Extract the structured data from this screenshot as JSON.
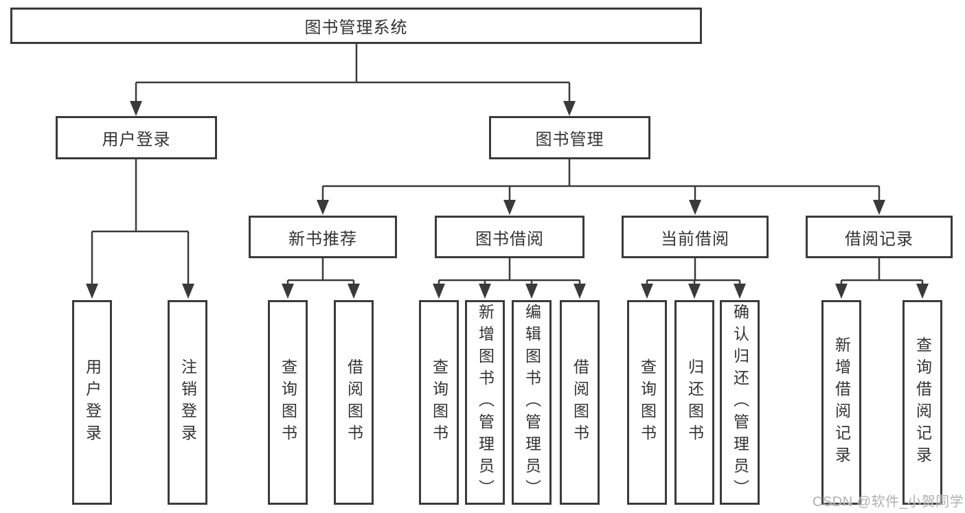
{
  "diagram_title": "图书管理系统",
  "colors": {
    "line": "#3a3a3a",
    "box_border": "#3a3a3a",
    "text": "#333333",
    "background": "#ffffff",
    "watermark": "#acacac"
  },
  "watermark": {
    "text": "CSDN @软件_小贺同学"
  },
  "tree": {
    "root": {
      "label": "图书管理系统",
      "children": [
        {
          "label": "用户登录",
          "children": [
            {
              "label": "用户登录"
            },
            {
              "label": "注销登录"
            }
          ]
        },
        {
          "label": "图书管理",
          "children": [
            {
              "label": "新书推荐",
              "children": [
                {
                  "label": "查询图书"
                },
                {
                  "label": "借阅图书"
                }
              ]
            },
            {
              "label": "图书借阅",
              "children": [
                {
                  "label": "查询图书"
                },
                {
                  "label": "新增图书（管理员）"
                },
                {
                  "label": "编辑图书（管理员）"
                },
                {
                  "label": "借阅图书"
                }
              ]
            },
            {
              "label": "当前借阅",
              "children": [
                {
                  "label": "查询图书"
                },
                {
                  "label": "归还图书"
                },
                {
                  "label": "确认归还（管理员）"
                }
              ]
            },
            {
              "label": "借阅记录",
              "children": [
                {
                  "label": "新增借阅记录"
                },
                {
                  "label": "查询借阅记录"
                }
              ]
            }
          ]
        }
      ]
    }
  }
}
